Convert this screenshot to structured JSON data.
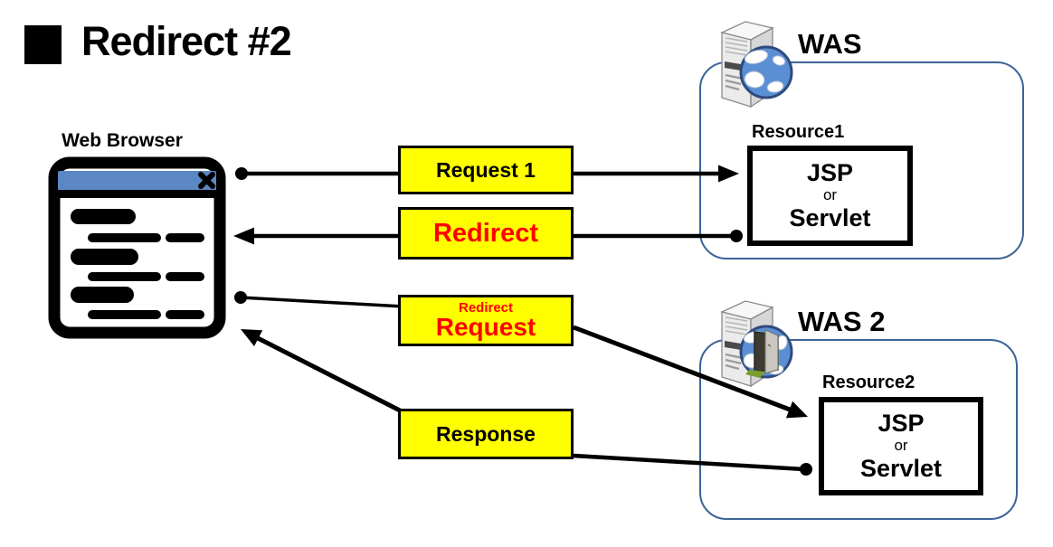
{
  "title": {
    "text": "Redirect #2"
  },
  "browser": {
    "label": "Web Browser"
  },
  "messages": [
    {
      "id": "request1",
      "label": "Request 1",
      "text_color": "#000000"
    },
    {
      "id": "redirect",
      "label": "Redirect",
      "text_color": "#ff0000"
    },
    {
      "id": "redirect-request",
      "label_small": "Redirect",
      "label": "Request",
      "text_color": "#ff0000"
    },
    {
      "id": "response",
      "label": "Response",
      "text_color": "#000000"
    }
  ],
  "servers": [
    {
      "name": "WAS",
      "resource": {
        "title": "Resource1",
        "lines": [
          "JSP",
          "or",
          "Servlet"
        ]
      }
    },
    {
      "name": "WAS 2",
      "resource": {
        "title": "Resource2",
        "lines": [
          "JSP",
          "or",
          "Servlet"
        ]
      }
    }
  ],
  "icons": {
    "browser": "browser-window-icon",
    "close": "close-icon",
    "server1": "server-globe-icon",
    "server2": "server-open-door-globe-icon"
  },
  "colors": {
    "message_fill": "#ffff00",
    "message_border": "#000000",
    "redirect_text": "#ff0000",
    "was_border": "#3d6499",
    "browser_titlebar": "#5b87c5",
    "arrow": "#000000",
    "background": "#ffffff"
  }
}
